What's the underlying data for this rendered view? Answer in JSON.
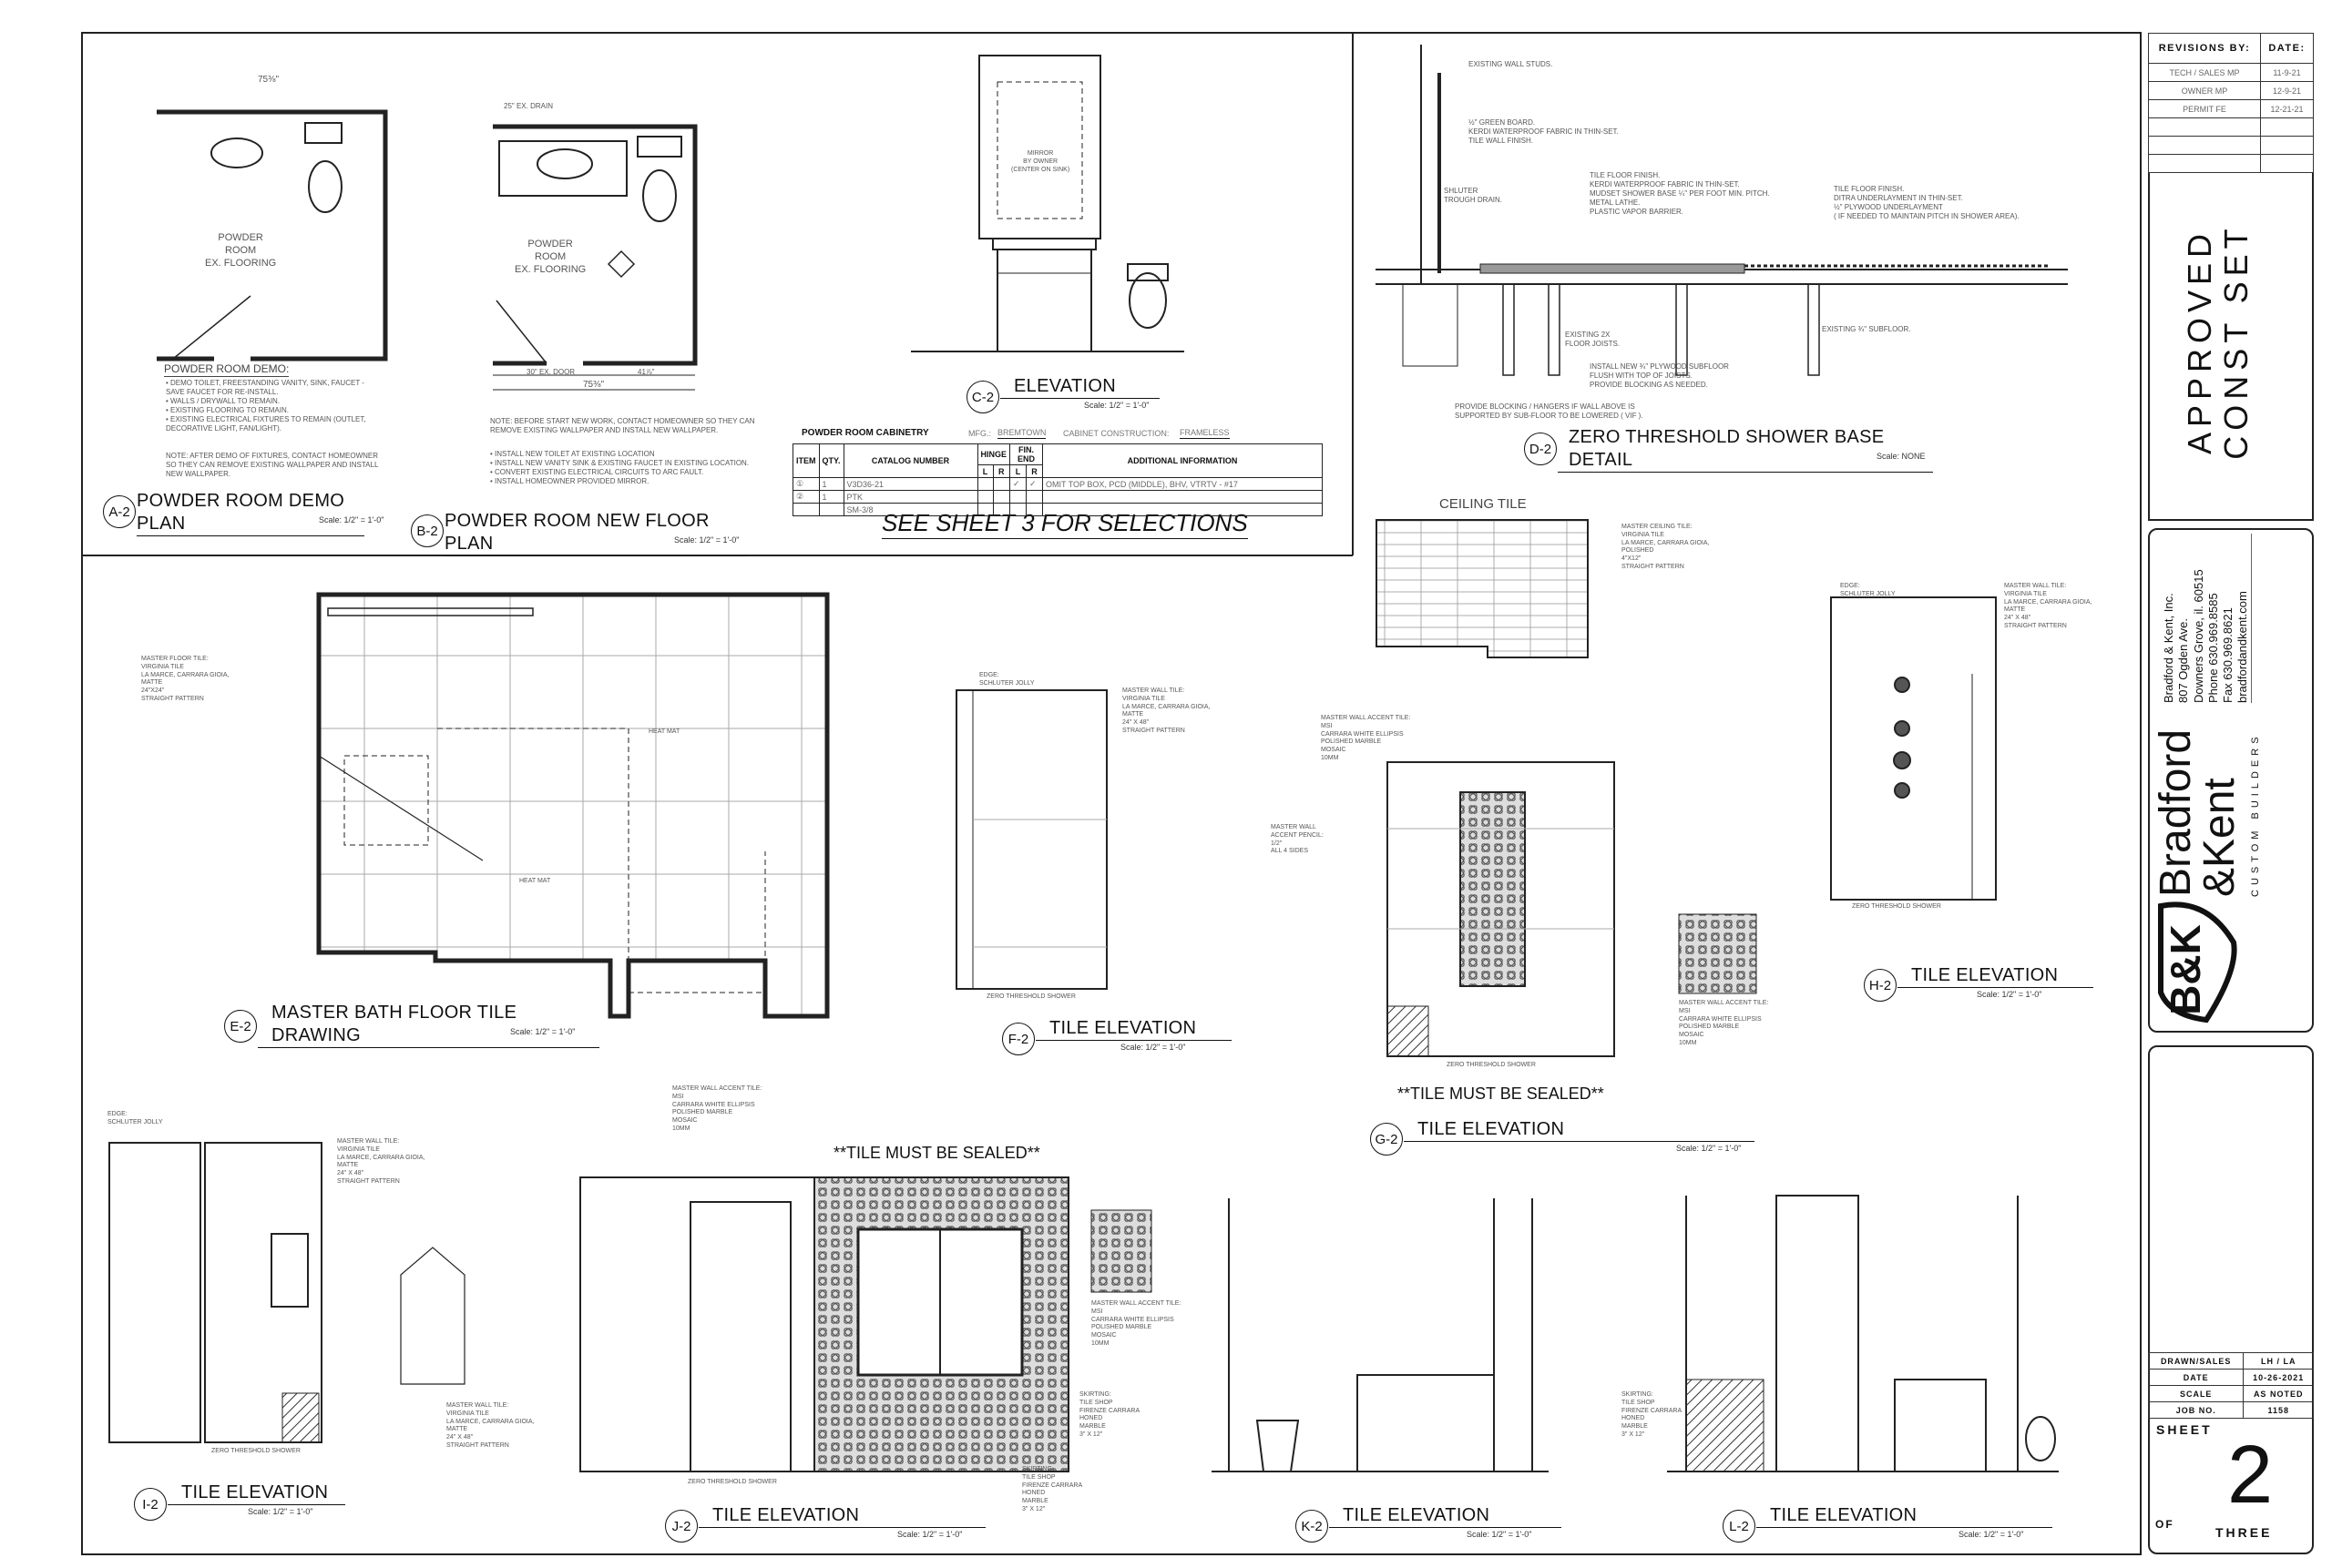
{
  "sheet": {
    "see_sheet": "SEE SHEET 3 FOR SELECTIONS",
    "sealed_1": "**TILE  MUST BE SEALED**",
    "sealed_2": "**TILE  MUST BE SEALED**",
    "ceiling_tile": "CEILING TILE"
  },
  "views": [
    {
      "tag": "A-2",
      "title": "POWDER ROOM DEMO PLAN",
      "scale": "Scale: 1/2\" = 1'-0\""
    },
    {
      "tag": "B-2",
      "title": "POWDER ROOM NEW FLOOR PLAN",
      "scale": "Scale: 1/2\" = 1'-0\""
    },
    {
      "tag": "C-2",
      "title": "ELEVATION",
      "scale": "Scale: 1/2\" = 1'-0\""
    },
    {
      "tag": "D-2",
      "title": "ZERO THRESHOLD SHOWER BASE DETAIL",
      "scale": "Scale: NONE"
    },
    {
      "tag": "E-2",
      "title": "MASTER BATH FLOOR TILE DRAWING",
      "scale": "Scale: 1/2\" = 1'-0\""
    },
    {
      "tag": "F-2",
      "title": "TILE ELEVATION",
      "scale": "Scale: 1/2\" = 1'-0\""
    },
    {
      "tag": "G-2",
      "title": "TILE ELEVATION",
      "scale": "Scale: 1/2\" = 1'-0\""
    },
    {
      "tag": "H-2",
      "title": "TILE ELEVATION",
      "scale": "Scale: 1/2\" = 1'-0\""
    },
    {
      "tag": "I-2",
      "title": "TILE ELEVATION",
      "scale": "Scale: 1/2\" = 1'-0\""
    },
    {
      "tag": "J-2",
      "title": "TILE ELEVATION",
      "scale": "Scale: 1/2\" = 1'-0\""
    },
    {
      "tag": "K-2",
      "title": "TILE ELEVATION",
      "scale": "Scale: 1/2\" = 1'-0\""
    },
    {
      "tag": "L-2",
      "title": "TILE ELEVATION",
      "scale": "Scale: 1/2\" = 1'-0\""
    }
  ],
  "notes": {
    "demo_heading": "POWDER ROOM DEMO:",
    "demo_items": "•  DEMO TOILET, FREESTANDING VANITY, SINK, FAUCET - SAVE FAUCET FOR RE-INSTALL.\n•  WALLS / DRYWALL TO REMAIN.\n•  EXISTING FLOORING TO REMAIN.\n•  EXISTING ELECTRICAL FIXTURES TO REMAIN (OUTLET, DECORATIVE LIGHT, FAN/LIGHT).",
    "demo_note": "NOTE: AFTER DEMO OF FIXTURES, CONTACT HOMEOWNER SO THEY CAN REMOVE EXISTING WALLPAPER AND INSTALL NEW WALLPAPER.",
    "new_note": "NOTE: BEFORE START NEW WORK, CONTACT HOMEOWNER SO THEY CAN REMOVE EXISTING WALLPAPER AND INSTALL NEW WALLPAPER.",
    "new_items": "•  INSTALL NEW TOILET AT EXISTING LOCATION\n•  INSTALL NEW VANITY SINK & EXISTING FAUCET IN EXISTING LOCATION.\n•  CONVERT EXISTING ELECTRICAL CIRCUITS TO ARC FAULT.\n•  INSTALL HOMEOWNER PROVIDED MIRROR.",
    "room_label_a": "POWDER\nROOM\nEX. FLOORING",
    "room_label_b": "POWDER\nROOM\nEX. FLOORING",
    "dim_a_width": "75⅜\"",
    "dim_b_width": "75⅜\"",
    "dim_b_door": "30\" EX. DOOR",
    "dim_b_right": "41⅞\"",
    "dim_b_drain": "25\" EX. DRAIN",
    "mirror": "MIRROR\nBY OWNER\n(CENTER ON SINK)",
    "d2_studs": "EXISTING WALL STUDS.",
    "d2_greenboard": "½\" GREEN BOARD.\nKERDI WATERPROOF FABRIC IN THIN-SET.\nTILE WALL FINISH.",
    "d2_drain": "SHLUTER\nTROUGH DRAIN.",
    "d2_floor1": "TILE FLOOR FINISH.\nKERDI WATERPROOF FABRIC IN THIN-SET.\nMUDSET SHOWER BASE ¼\" PER FOOT MIN. PITCH.\nMETAL LATHE.\nPLASTIC VAPOR BARRIER.",
    "d2_floor2": "TILE FLOOR FINISH.\nDITRA UNDERLAYMENT IN THIN-SET.\n½\" PLYWOOD UNDERLAYMENT\n( IF NEEDED TO MAINTAIN PITCH IN SHOWER AREA).",
    "d2_joists": "EXISTING 2X\nFLOOR JOISTS.",
    "d2_subfloor": "EXISTING ¾\" SUBFLOOR.",
    "d2_plywood": "INSTALL NEW ¾\" PLYWOOD SUBFLOOR\nFLUSH WITH TOP OF JOISTS.\nPROVIDE BLOCKING AS NEEDED.",
    "d2_blocking": "PROVIDE BLOCKING / HANGERS IF WALL ABOVE IS\nSUPPORTED BY SUB-FLOOR TO BE LOWERED ( VIF ).",
    "ceiling_spec": "MASTER CEILING TILE:\nVIRGINIA TILE\nLA MARCE, CARRARA GIOIA,\nPOLISHED\n4\"X12\"\nSTRAIGHT PATTERN",
    "floor_spec": "MASTER FLOOR TILE:\nVIRGINIA TILE\nLA MARCE, CARRARA GIOIA,\nMATTE\n24\"X24\"\nSTRAIGHT PATTERN",
    "wall_spec": "MASTER WALL TILE:\nVIRGINIA TILE\nLA MARCE, CARRARA GIOIA,\nMATTE\n24\" X 48\"\nSTRAIGHT PATTERN",
    "accent_spec": "MASTER WALL ACCENT TILE:\nMSI\nCARRARA WHITE ELLIPSIS\nPOLISHED MARBLE\nMOSAIC\n10MM",
    "pencil_spec": "MASTER WALL\nACCENT PENCIL:\n1/2\"\nALL 4 SIDES",
    "edge_spec": "EDGE:\nSCHLUTER JOLLY",
    "skirting_spec": "SKIRTING:\nTILE SHOP\nFIRENZE CARRARA\nHONED\nMARBLE\n3\" X 12\"",
    "heat_mat": "HEAT MAT",
    "zero_threshold": "ZERO THRESHOLD SHOWER"
  },
  "cabinetry": {
    "title": "POWDER ROOM CABINETRY",
    "mfg_label": "MFG.:",
    "mfg": "BREMTOWN",
    "construction_label": "CABINET CONSTRUCTION:",
    "construction": "FRAMELESS",
    "headers": {
      "item": "ITEM",
      "qty": "QTY.",
      "catalog": "CATALOG NUMBER",
      "hinge": "HINGE",
      "fin_end": "FIN. END",
      "l": "L",
      "r": "R",
      "info": "ADDITIONAL INFORMATION"
    },
    "rows": [
      {
        "item": "①",
        "qty": "1",
        "catalog": "V3D36-21",
        "hinge_l": "",
        "hinge_r": "",
        "fin_l": "✓",
        "fin_r": "✓",
        "info": "OMIT TOP BOX, PCD (MIDDLE), BHV, VTRTV - #17"
      },
      {
        "item": "②",
        "qty": "1",
        "catalog": "PTK",
        "hinge_l": "",
        "hinge_r": "",
        "fin_l": "",
        "fin_r": "",
        "info": ""
      },
      {
        "item": "",
        "qty": "",
        "catalog": "SM-3/8",
        "hinge_l": "",
        "hinge_r": "",
        "fin_l": "",
        "fin_r": "",
        "info": ""
      }
    ]
  },
  "title_block": {
    "revisions_label": "REVISIONS BY:",
    "date_label": "DATE:",
    "revisions": [
      {
        "by": "TECH / SALES   MP",
        "date": "11-9-21"
      },
      {
        "by": "OWNER   MP",
        "date": "12-9-21"
      },
      {
        "by": "PERMIT   FE",
        "date": "12-21-21"
      },
      {
        "by": "",
        "date": ""
      },
      {
        "by": "",
        "date": ""
      },
      {
        "by": "",
        "date": ""
      }
    ],
    "status": "APPROVED\nCONST SET",
    "company": {
      "logo_mark": "B&K",
      "name": "Bradford\n&Kent",
      "tagline": "CUSTOM BUILDERS",
      "address": "Bradford  &  Kent, Inc.\n807 Ogden Ave.\nDowners Grove, il. 60515\nPhone  630.969.8585\nFax  630.969.8621\nbradfordandkent.com"
    },
    "info": [
      {
        "label": "DRAWN/SALES",
        "value": "LH / LA"
      },
      {
        "label": "DATE",
        "value": "10-26-2021"
      },
      {
        "label": "SCALE",
        "value": "AS NOTED"
      },
      {
        "label": "JOB NO.",
        "value": "1158"
      }
    ],
    "sheet_label": "SHEET",
    "sheet_number": "2",
    "of_label": "OF",
    "total_sheets": "THREE"
  }
}
